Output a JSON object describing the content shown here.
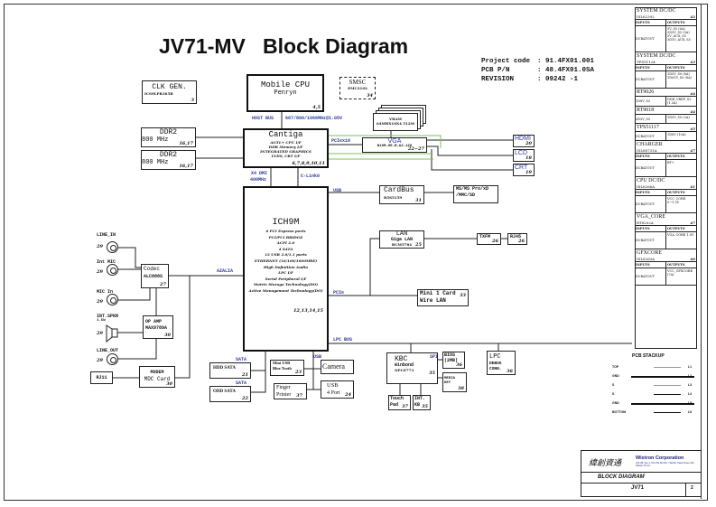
{
  "title": "JV71-MV   Block Diagram",
  "project_info": {
    "project_code_label": "Project code",
    "project_code": ": 91.4FX01.001",
    "pcb_pn_label": "PCB P/N",
    "pcb_pn": ": 48.4FX01.0SA",
    "revision_label": "REVISION",
    "revision": ": 09242   -1"
  },
  "blocks": {
    "clk_gen": {
      "title": "CLK GEN.",
      "part": "ICS9LPR365B",
      "page": "3"
    },
    "cpu": {
      "title": "Mobile CPU",
      "sub": "Penryn",
      "page": "4,5"
    },
    "smsc": {
      "title": "SMSC",
      "part": "EMC2102",
      "page": "34"
    },
    "vram": {
      "title": "VRAM",
      "part": "64MBX16X4 512M"
    },
    "ddr2_a": {
      "title": "DDR2",
      "speed": "800 MHz",
      "page": "16,17"
    },
    "ddr2_b": {
      "title": "DDR2",
      "speed": "800 MHz",
      "page": "16,17"
    },
    "cantiga": {
      "title": "Cantiga",
      "lines": [
        "AGTL+ CPU I/F",
        "DDR Memory I/F",
        "INTEGRATED GRAPHICS",
        "LVDS, CRT I/F"
      ],
      "page": "6,7,8,9,10,11"
    },
    "vga": {
      "title": "VGA",
      "part": "N10M-GE-B-A2-128",
      "page": "22~27"
    },
    "hdmi": {
      "title": "HDMI",
      "page": "20"
    },
    "lcd": {
      "title": "LCD",
      "page": "18"
    },
    "crt": {
      "title": "CRT",
      "page": "19"
    },
    "ich9m": {
      "title": "ICH9M",
      "lines": [
        "6 PCI Express ports",
        "PCI/PCI BRIDGE",
        "ACPI 2.0",
        "4 SATA",
        "12 USB 2.0/1.1 ports",
        "ETHERNET (10/100/1000MbE)",
        "High Definition Audio",
        "LPC I/F",
        "Serial Peripheral I/F",
        "Matrix Storage Technology(DO)",
        "Active Management Technology(DO)"
      ],
      "page": "12,13,14,15"
    },
    "cardbus": {
      "title": "CardBus",
      "part": "R5S5159",
      "page": "31"
    },
    "card_reader": {
      "line1": "MS/MS Pro/xD",
      "line2": "/MMC/SD"
    },
    "lan": {
      "title": "LAN",
      "sub": "Giga LAN",
      "part": "BCM5784",
      "page": "25"
    },
    "txfm": {
      "title": "TXFM",
      "page": "26"
    },
    "rj45": {
      "title": "RJ45",
      "page": "26"
    },
    "mini_card": {
      "line1": "Mini 1 Card",
      "line2": "Wire LAN",
      "page": "33"
    },
    "codec": {
      "title": "Codec",
      "part": "ALC888S",
      "page": "27"
    },
    "op_amp": {
      "title": "OP AMP",
      "part": "MAX9789A",
      "page": "30"
    },
    "modem": {
      "title": "MODEM",
      "sub": "MDC Card",
      "page": "30"
    },
    "rj11": {
      "title": "RJ11"
    },
    "hdd": {
      "title": "HDD SATA",
      "page": "21"
    },
    "odd": {
      "title": "ODD SATA",
      "page": "22"
    },
    "mini_usb_bt": {
      "line1": "Mini USB",
      "line2": "Blue Tooth",
      "page": "23"
    },
    "camera": {
      "title": "Camera"
    },
    "finger": {
      "line1": "Finger",
      "line2": "Printer",
      "page": "37"
    },
    "usb_port": {
      "line1": "USB",
      "line2": "4 Port",
      "page": "24"
    },
    "kbc": {
      "title": "KBC",
      "sub": "Winbond",
      "part": "NPCE773",
      "page": "35"
    },
    "bios": {
      "line1": "BIOS",
      "line2": "(2MB)",
      "page": "36"
    },
    "media_key": {
      "line1": "MEDIA",
      "line2": "KEY",
      "page": "38"
    },
    "touch_pad": {
      "line1": "Touch",
      "line2": "Pad",
      "page": "37"
    },
    "int_kb": {
      "line1": "INT.",
      "line2": "KB",
      "page": "35"
    },
    "lpc_debug": {
      "title": "LPC",
      "line1": "DEBUG",
      "line2": "CONN.",
      "page": "36"
    }
  },
  "bus_labels": {
    "host_bus": "HOST BUS",
    "host_speed": "667/800/1066MHz@1.05V",
    "pciex16": "PCIex16",
    "x4_dmi": "X4 DMI",
    "dmi_speed": "400MHz",
    "c_link": "C-Link0",
    "usb": "USB",
    "azalia": "AZALIA",
    "pcie": "PCIe",
    "lpc_bus": "LPC BUS",
    "sata1": "SATA",
    "sata2": "SATA",
    "usb2": "USB",
    "spi": "SPI"
  },
  "audio_jacks": [
    {
      "label": "LINE_IN",
      "page": "29"
    },
    {
      "label": "Int MIC",
      "page": "29"
    },
    {
      "label": "MIC In",
      "page": "29"
    },
    {
      "label": "INT.SPKR",
      "sub": "1.5W",
      "page": "29"
    },
    {
      "label": "LINE_OUT",
      "page": "29"
    }
  ],
  "power_panel": [
    {
      "title": "SYSTEM DC/DC",
      "part": "ISL62392",
      "page": "42",
      "inputs": "INPUTS",
      "outputs": "OUTPUTS",
      "in_val": "DCBATOUT",
      "out_val": "5V_S5 (6A)  3D3V_S5 (5A)  5V_AUX_S5  3D3V_AUX_S5"
    },
    {
      "title": "SYSTEM DC/DC",
      "part": "TPS51124",
      "page": "43",
      "inputs": "INPUTS",
      "outputs": "OUTPUTS",
      "in_val": "DCBATOUT",
      "out_val": "1D5V_S0 (8A)  1D05V_S0 (8A)"
    },
    {
      "title": "RT9026",
      "page": "44",
      "in_val": "1D8V_S3",
      "out_val": "DDR_VREF_S3 (1.5A)"
    },
    {
      "title": "RT9018",
      "page": "44",
      "in_val": "3D3V_S5",
      "out_val": "1D5V_S0 (3A)"
    },
    {
      "title": "TPS51117",
      "page": "45",
      "in_val": "DCBATOUT",
      "out_val": "1D8V (10A)"
    },
    {
      "title": "CHARGER",
      "part": "ISL88731A",
      "page": "47",
      "inputs": "INPUTS",
      "outputs": "OUTPUTS",
      "in_val": "DCBATOUT",
      "out_val": "BT+"
    },
    {
      "title": "CPU DC/DC",
      "part": "ISL6266A",
      "page": "41",
      "inputs": "INPUTS",
      "outputs": "OUTPUTS",
      "in_val": "DCBATOUT",
      "out_val": "VCC_CORE 0~1.3V"
    },
    {
      "title": "VGA_CORE",
      "part": "RT8202A",
      "page": "47",
      "inputs": "INPUTS",
      "outputs": "OUTPUTS",
      "in_val": "DCBATOUT",
      "out_val": "VGA_CORE 1.0V"
    },
    {
      "title": "GFXCORE",
      "part": "ISL6263A",
      "page": "46",
      "inputs": "INPUTS",
      "outputs": "OUTPUTS",
      "in_val": "DCBATOUT",
      "out_val": "VCC_GFXCORE (7A)"
    }
  ],
  "pcb_stackup": {
    "title": "PCB STACKUP",
    "layers": [
      {
        "name": "TOP",
        "id": "L1"
      },
      {
        "name": "GND",
        "id": "L2"
      },
      {
        "name": "S",
        "id": "L3"
      },
      {
        "name": "S",
        "id": "L4"
      },
      {
        "name": "GND",
        "id": "L5"
      },
      {
        "name": "BOTTOM",
        "id": "L6"
      }
    ]
  },
  "title_block": {
    "chinese": "緯創資通",
    "company": "Wistron Corporation",
    "address": "21F, 88, Sec.1, Hsin Tai Wu Rd., Hsichih, Taipei Hsien 221, Taiwan, R.O.C.",
    "doc_title": "BLOCK DIAGRAM",
    "model": "JV71",
    "sheet": "2"
  }
}
